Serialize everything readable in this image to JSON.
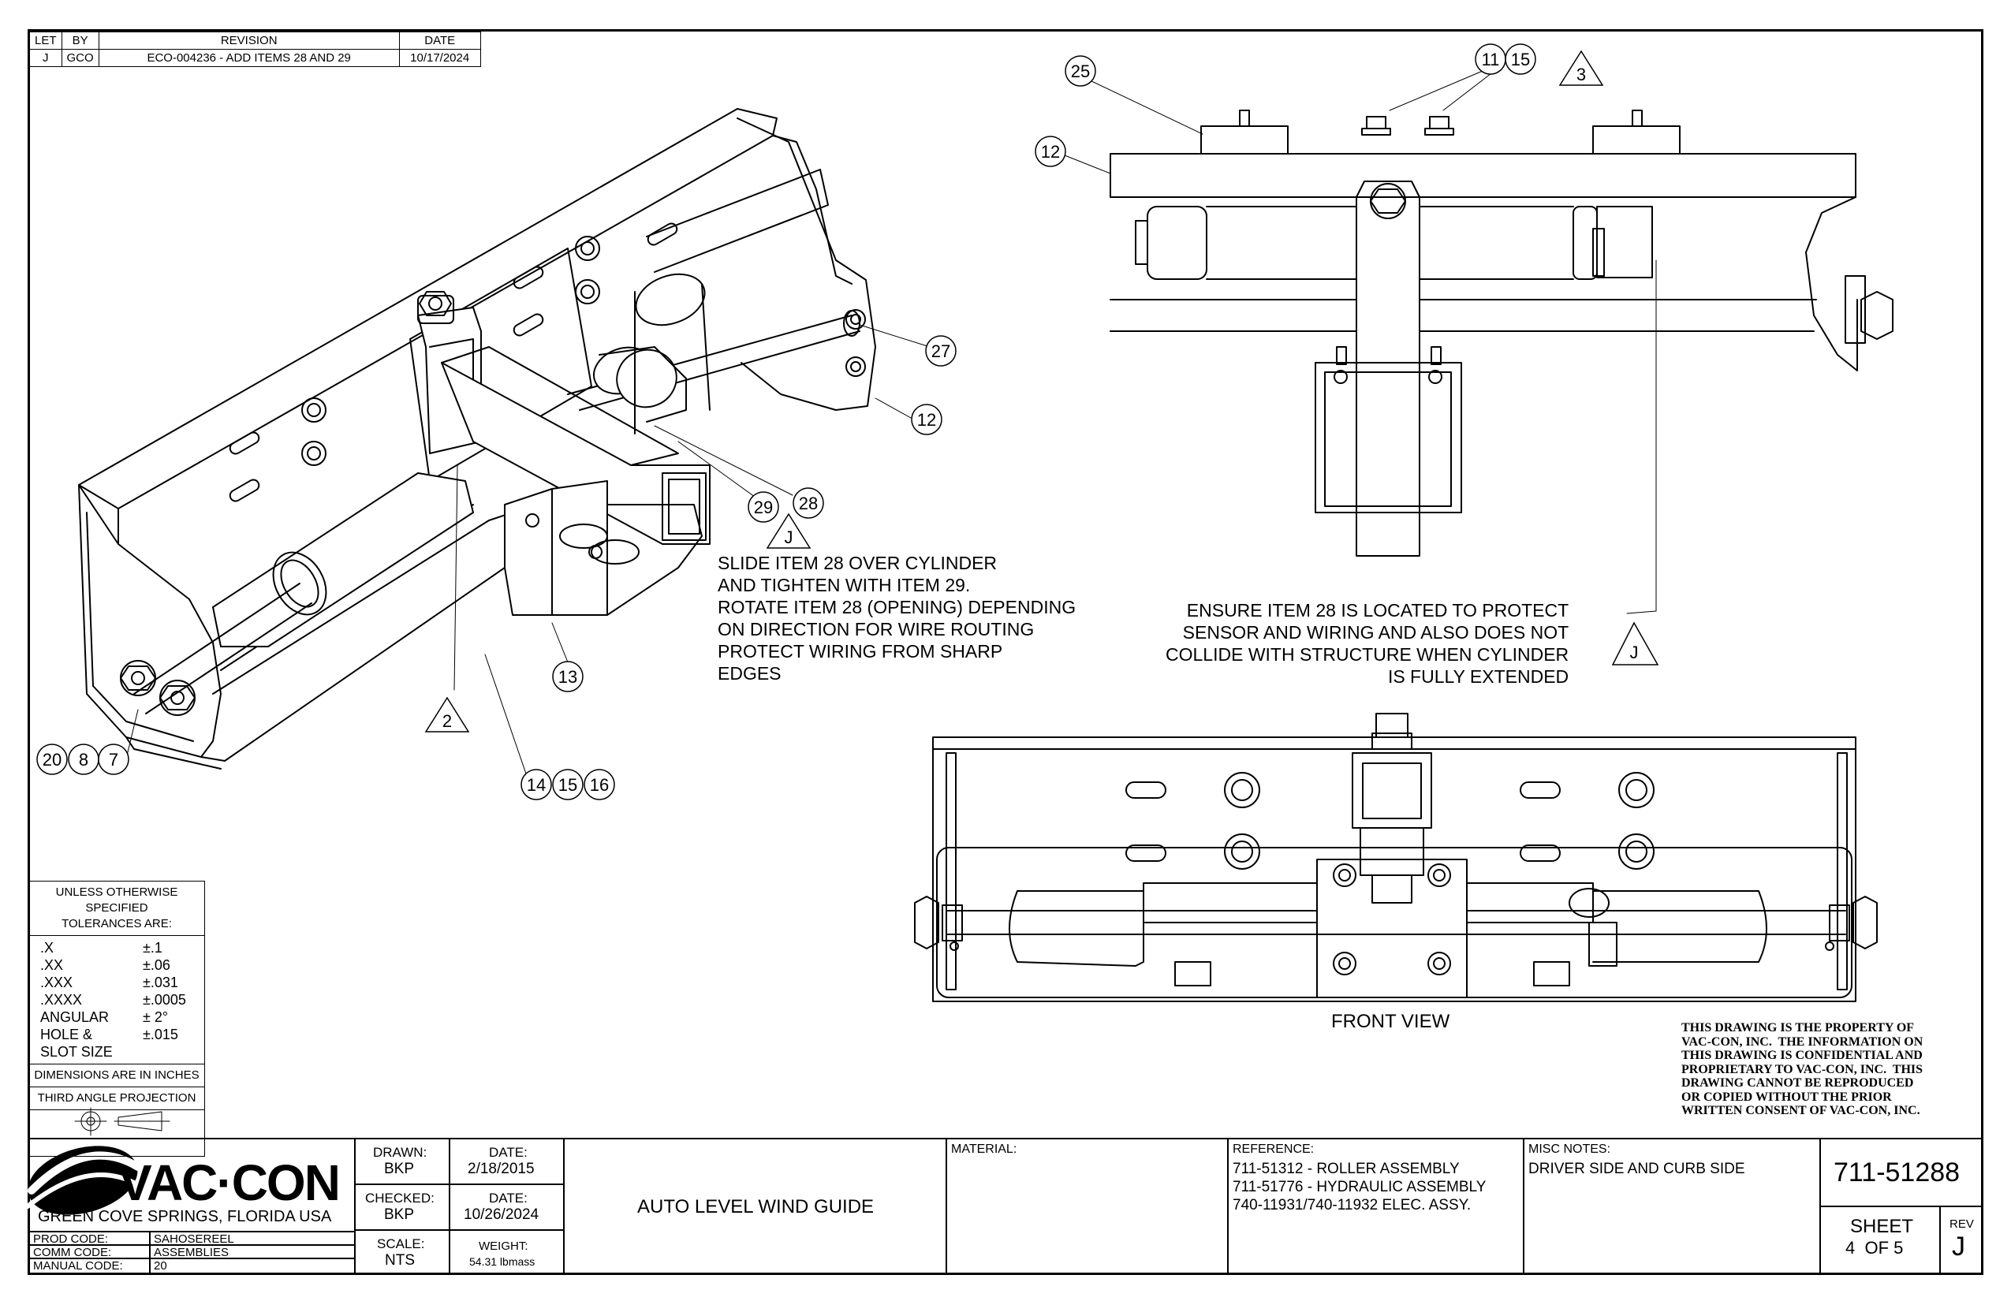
{
  "revision_table": {
    "headers": [
      "LET",
      "BY",
      "REVISION",
      "DATE"
    ],
    "rows": [
      {
        "let": "J",
        "by": "GCO",
        "revision": "ECO-004236 - ADD ITEMS 28 AND 29",
        "date": "10/17/2024"
      }
    ]
  },
  "balloons": {
    "b25": "25",
    "b11": "11",
    "b15a": "15",
    "flag3": "3",
    "b12a": "12",
    "b27": "27",
    "b12b": "12",
    "b29": "29",
    "b28": "28",
    "flagJa": "J",
    "b13": "13",
    "flag2": "2",
    "b20": "20",
    "b8": "8",
    "b7": "7",
    "b14": "14",
    "b15b": "15",
    "b16": "16",
    "flagJb": "J"
  },
  "notes": {
    "slide": "SLIDE ITEM 28 OVER CYLINDER\nAND TIGHTEN WITH ITEM 29.\nROTATE ITEM 28 (OPENING) DEPENDING\nON DIRECTION FOR WIRE ROUTING\nPROTECT WIRING FROM SHARP\nEDGES",
    "ensure": "ENSURE ITEM 28 IS LOCATED TO PROTECT\nSENSOR AND WIRING AND ALSO DOES NOT\nCOLLIDE WITH STRUCTURE WHEN CYLINDER\nIS FULLY EXTENDED",
    "front_view": "FRONT VIEW"
  },
  "tolerances": {
    "header_1": "UNLESS OTHERWISE SPECIFIED",
    "header_2": "TOLERANCES ARE:",
    "rows": [
      {
        "key": ".X",
        "value": "±.1"
      },
      {
        "key": ".XX",
        "value": "±.06"
      },
      {
        "key": ".XXX",
        "value": "±.031"
      },
      {
        "key": ".XXXX",
        "value": "±.0005"
      },
      {
        "key": "ANGULAR",
        "value": "± 2°"
      },
      {
        "key": "HOLE &",
        "value": "±.015"
      },
      {
        "key": "SLOT SIZE",
        "value": ""
      }
    ],
    "units": "DIMENSIONS ARE IN INCHES",
    "projection": "THIRD ANGLE PROJECTION"
  },
  "proprietary": "THIS DRAWING IS THE PROPERTY OF\nVAC-CON, INC.  THE INFORMATION ON\nTHIS DRAWING IS CONFIDENTIAL AND\nPROPRIETARY TO VAC-CON, INC.  THIS\nDRAWING CANNOT BE REPRODUCED\nOR COPIED WITHOUT THE PRIOR\nWRITTEN CONSENT OF VAC-CON, INC.",
  "title_block": {
    "company": "VAC·CON",
    "location": "GREEN COVE SPRINGS, FLORIDA USA",
    "prod_code_label": "PROD CODE:",
    "prod_code": "SAHOSEREEL",
    "comm_code_label": "COMM CODE:",
    "comm_code": "ASSEMBLIES",
    "manual_code_label": "MANUAL CODE:",
    "manual_code": "20",
    "drawn_label": "DRAWN:",
    "drawn": "BKP",
    "drawn_date_label": "DATE:",
    "drawn_date": "2/18/2015",
    "checked_label": "CHECKED:",
    "checked": "BKP",
    "checked_date_label": "DATE:",
    "checked_date": "10/26/2024",
    "scale_label": "SCALE:",
    "scale": "NTS",
    "weight_label": "WEIGHT:",
    "weight": "54.31 lbmass",
    "title": "AUTO LEVEL WIND GUIDE",
    "material_label": "MATERIAL:",
    "material": "",
    "reference_label": "REFERENCE:",
    "reference_lines": [
      "711-51312 - ROLLER ASSEMBLY",
      "711-51776 - HYDRAULIC ASSEMBLY",
      "740-11931/740-11932  ELEC.  ASSY."
    ],
    "misc_label": "MISC NOTES:",
    "misc": "DRIVER SIDE AND CURB SIDE",
    "part_number": "711-51288",
    "sheet_label": "SHEET",
    "sheet": "4  OF 5",
    "rev_label": "REV",
    "rev": "J"
  }
}
